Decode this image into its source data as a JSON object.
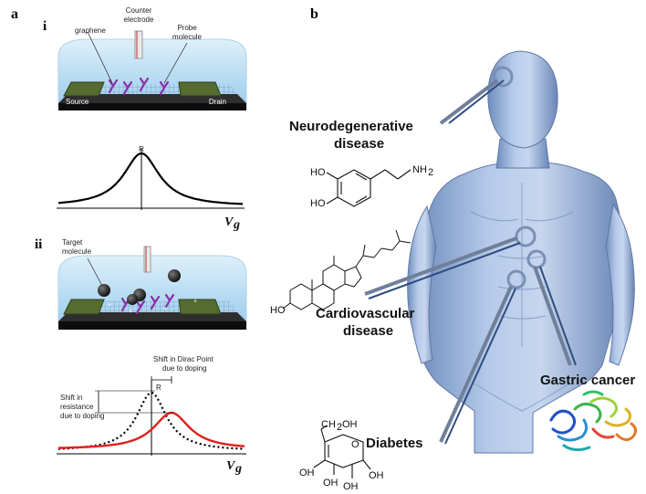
{
  "panel_a": {
    "letter": "a",
    "roman_i": "i",
    "roman_ii": "ii",
    "labels": {
      "graphene": "graphene",
      "counter_electrode_1": "Counter",
      "counter_electrode_2": "electrode",
      "probe_1": "Probe",
      "probe_2": "molecule",
      "source": "Source",
      "drain": "Drain",
      "target_1": "Target",
      "target_2": "molecule"
    },
    "curve_i": {
      "peak_label": "R",
      "axis_label_main": "V",
      "axis_label_sub": "g"
    },
    "curve_ii": {
      "peak_label": "R",
      "shift_dirac_1": "Shift in Dirac Point",
      "shift_dirac_2": "due to doping",
      "shift_res_1": "Shift in",
      "shift_res_2": "resistance",
      "shift_res_3": "due to doping",
      "axis_label_main": "V",
      "axis_label_sub": "g",
      "shifted_color": "#e0211b"
    }
  },
  "panel_b": {
    "letter": "b",
    "diseases": {
      "neuro_1": "Neurodegenerative",
      "neuro_2": "disease",
      "cardio_1": "Cardiovascular",
      "cardio_2": "disease",
      "gastric": "Gastric cancer",
      "diabetes": "Diabetes"
    },
    "chem_labels": {
      "dopamine_ho1": "HO",
      "dopamine_ho2": "HO",
      "dopamine_nh2": "NH",
      "dopamine_nh2_sub": "2",
      "chol_ho": "HO",
      "glu_ch2oh": "CH",
      "glu_ch2oh_sub": "2",
      "glu_ch2oh_tail": "OH",
      "glu_o": "O",
      "glu_oh": "OH"
    },
    "colors": {
      "body": "#a7bfe0",
      "body_dark": "#7d98c2",
      "leader": "#3c5a8c"
    }
  }
}
